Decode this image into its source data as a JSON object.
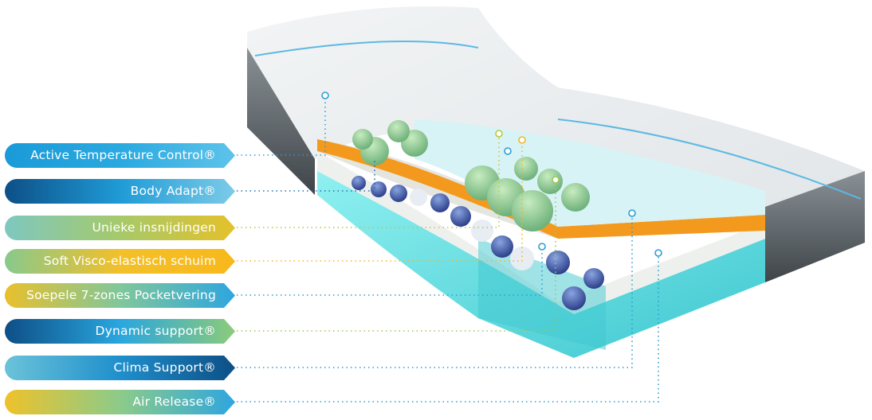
{
  "labels": [
    {
      "text": "Active Temperature Control®",
      "gradient": [
        "#1a9ad8",
        "#2aa9e0",
        "#5ec3ea"
      ]
    },
    {
      "text": "Body Adapt®",
      "gradient": [
        "#0d4f86",
        "#1f9bd6",
        "#7ccbe8"
      ]
    },
    {
      "text": "Unieke insnijdingen",
      "gradient": [
        "#7ec8c0",
        "#a6c96a",
        "#e5c12a"
      ]
    },
    {
      "text": "Soft Visco-elastisch schuim",
      "gradient": [
        "#88c98c",
        "#f2c02a",
        "#f9b81a"
      ]
    },
    {
      "text": "Soepele 7-zones Pocketvering",
      "gradient": [
        "#e9c02c",
        "#80c79a",
        "#2ea6df"
      ]
    },
    {
      "text": "Dynamic support®",
      "gradient": [
        "#0d4f86",
        "#2aa6df",
        "#8ccb7a"
      ]
    },
    {
      "text": "Clima Support®",
      "gradient": [
        "#6bc3d9",
        "#1f8fcc",
        "#0d4f86"
      ]
    },
    {
      "text": "Air Release®",
      "gradient": [
        "#eec22a",
        "#8ccb8a",
        "#2ea6df"
      ]
    }
  ],
  "colors": {
    "leader": "#2a9fd6",
    "leader_green": "#9ac75a",
    "foam_cyan": "#7fe3e3",
    "visco_orange": "#f39a1e"
  }
}
